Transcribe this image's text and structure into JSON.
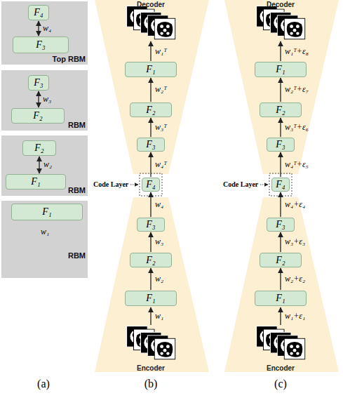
{
  "diagram": {
    "nodes": [
      {
        "text": [
          "Top RBM"
        ]
      },
      {
        "text": [
          "F₄"
        ],
        "in": 0
      },
      {
        "text": [
          "F₃"
        ],
        "in": 0
      },
      {
        "text": [
          "RBM"
        ]
      },
      {
        "text": [
          "F₃"
        ],
        "in": 3
      },
      {
        "text": [
          "F₂"
        ],
        "in": 3
      },
      {
        "text": [
          "RBM"
        ]
      },
      {
        "text": [
          "F₂"
        ],
        "in": 6
      },
      {
        "text": [
          "F₁"
        ],
        "in": 6
      },
      {
        "text": [
          "RBM"
        ]
      },
      {
        "text": [
          "F₁"
        ],
        "in": 9
      },
      {
        "text": [
          "F₁"
        ]
      },
      {
        "text": [
          "F₂"
        ]
      },
      {
        "text": [
          "F₃"
        ]
      },
      {
        "text": [
          "F₄"
        ]
      },
      {
        "text": [
          "F₃"
        ]
      },
      {
        "text": [
          "F₂"
        ]
      },
      {
        "text": [
          "F₁"
        ]
      },
      {
        "text": [
          "F₁"
        ]
      },
      {
        "text": [
          "F₂"
        ]
      },
      {
        "text": [
          "F₃"
        ]
      },
      {
        "text": [
          "F₄"
        ]
      },
      {
        "text": [
          "F₃"
        ]
      },
      {
        "text": [
          "F₂"
        ]
      },
      {
        "text": [
          "F₁"
        ]
      }
    ],
    "edges": [
      {
        "from": 1,
        "to": 2,
        "arrow": "both",
        "label": "w₄"
      },
      {
        "from": 4,
        "to": 5,
        "arrow": "both",
        "label": "w₃"
      },
      {
        "from": 7,
        "to": 8,
        "arrow": "both",
        "label": "w₂"
      },
      {
        "from": 17,
        "to": 16,
        "arrow": "to",
        "label": "w₂"
      },
      {
        "from": 16,
        "to": 15,
        "arrow": "to",
        "label": "w₃"
      },
      {
        "from": 15,
        "to": 14,
        "arrow": "to",
        "label": "w₄"
      },
      {
        "from": 14,
        "to": 13,
        "arrow": "to",
        "label": "w₄ᵀ"
      },
      {
        "from": 13,
        "to": 12,
        "arrow": "to",
        "label": "w₃ᵀ"
      },
      {
        "from": 12,
        "to": 11,
        "arrow": "to",
        "label": "w₂ᵀ"
      },
      {
        "from": 24,
        "to": 23,
        "arrow": "to",
        "label": "w₂+ε₂"
      },
      {
        "from": 23,
        "to": 22,
        "arrow": "to",
        "label": "w₃+ε₃"
      },
      {
        "from": 22,
        "to": 21,
        "arrow": "to",
        "label": "w₄+ε₄"
      },
      {
        "from": 21,
        "to": 20,
        "arrow": "to",
        "label": "w₄ᵀ+ε₅"
      },
      {
        "from": 20,
        "to": 19,
        "arrow": "to",
        "label": "w₃ᵀ+ε₆"
      },
      {
        "from": 19,
        "to": 18,
        "arrow": "to",
        "label": "w₂ᵀ+ε₇"
      }
    ],
    "labels": [
      "w₁",
      "Decoder",
      "Encoder",
      "Code Layer",
      "w₁ᵀ",
      "w₁",
      "Decoder",
      "Encoder",
      "Code Layer",
      "w₁ᵀ+ε₈",
      "w₁+ε₁",
      "(a)",
      "(b)",
      "(c)"
    ]
  }
}
